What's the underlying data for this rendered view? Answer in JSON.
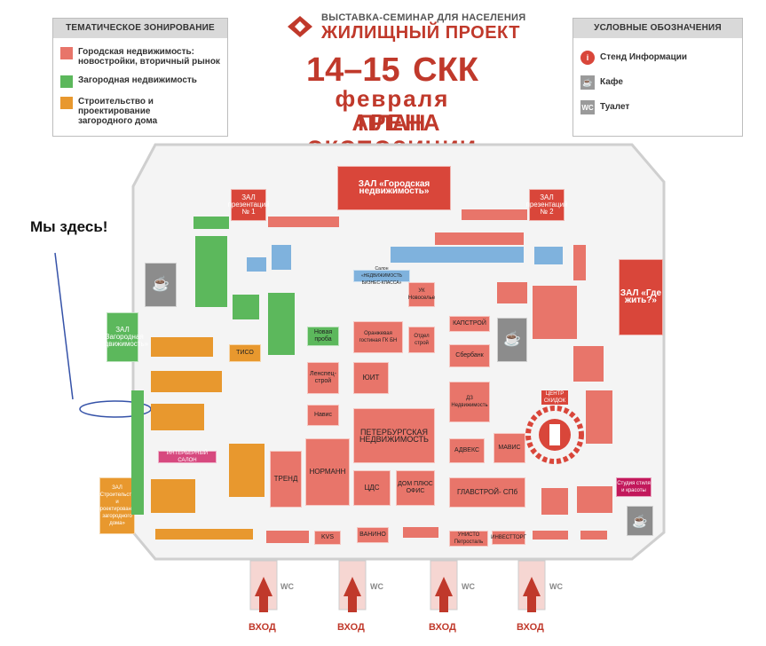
{
  "legend_zones": {
    "title": "ТЕМАТИЧЕСКОЕ ЗОНИРОВАНИЕ",
    "items": [
      {
        "label_line1": "Городская недвижимость:",
        "label_line2": "новостройки, вторичный рынок",
        "color": "#e8756a"
      },
      {
        "label_line1": "Загородная недвижимость",
        "label_line2": "",
        "color": "#5cb85c"
      },
      {
        "label_line1": "Строительство и проектирование",
        "label_line2": "загородного дома",
        "color": "#e8982e"
      }
    ]
  },
  "legend_symbols": {
    "title": "УСЛОВНЫЕ ОБОЗНАЧЕНИЯ",
    "items": [
      {
        "icon": "info-icon",
        "glyph": "i",
        "label": "Стенд Информации",
        "color": "#d9463a"
      },
      {
        "icon": "cafe-icon",
        "glyph": "☕",
        "label": "Кафе",
        "color": "#9a9a9a"
      },
      {
        "icon": "wc-icon",
        "glyph": "WC",
        "label": "Туалет",
        "color": "#9a9a9a"
      }
    ]
  },
  "header": {
    "subtitle": "ВЫСТАВКА-СЕМИНАР ДЛЯ НАСЕЛЕНИЯ",
    "title": "ЖИЛИЩНЫЙ ПРОЕКТ",
    "dates": "14–15",
    "venue": "СКК",
    "month": "февраля",
    "venue2": "АРЕНА",
    "plan": "ПЛАН ЭКСПОЗИЦИИ"
  },
  "you_are_here": "Мы здесь!",
  "halls": {
    "city": "ЗАЛ «Городская недвижимость»",
    "pres1": "ЗАЛ презентаций № 1",
    "pres2": "ЗАЛ презентаций № 2",
    "where": "ЗАЛ «Где жить?»",
    "country": "ЗАЛ «Загородная недвижимость»",
    "build": "ЗАЛ «Строительство и проектирование загородного дома»",
    "discount": "ЦЕНТР СКИДОК",
    "interior": "ИНТЕРЬЕРНЫЙ САЛОН",
    "elite": "Салон «НЕДВИЖИМОСТЬ БИЗНЕС-КЛАССА»",
    "studio": "Студия стиля и красоты"
  },
  "stands": {
    "a21": "ПЕТЕРБУРГСКАЯ НЕДВИЖИМОСТЬ",
    "a20": "НОРМАНН",
    "a13": "ТРЕНД",
    "a15": "ЦДС",
    "a16": "ДОМ ПЛЮС ОФИС",
    "a18": "ГЛАВСТРОЙ- СПб",
    "a22": "АДВЕКС",
    "a23": "МАВИС",
    "a28": "ДЗ Недвижимость",
    "a31": "Сбербанк",
    "a32": "КАПСТРОЙ",
    "a25": "Ленспец- строй",
    "a26": "ЮИТ",
    "a14": "Навис",
    "a29": "Оранжевая гостиная ГК БН",
    "a30": "Отдел строй",
    "a33": "УК Новоселье",
    "a34": "Новая проба",
    "a3": "KVS",
    "a4": "ВАНИНО",
    "a5": "УНИСТО Петросталь",
    "a6": "ИНВЕСТТОРГ",
    "tiso": "ТИСО"
  },
  "entrance": "ВХОД",
  "wc": "WC",
  "colors": {
    "city": "#e8756a",
    "country": "#5cb85c",
    "build": "#e8982e",
    "accent": "#c0392b",
    "blue": "#7fb2dd"
  }
}
